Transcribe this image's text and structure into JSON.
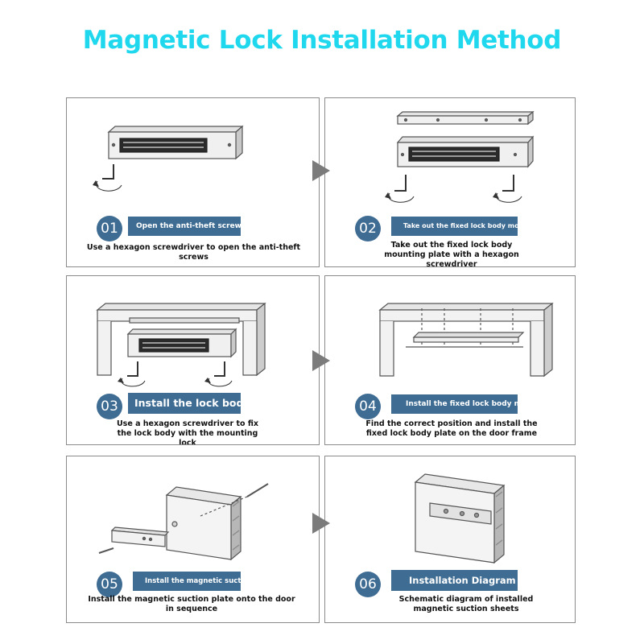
{
  "title": "Magnetic Lock Installation Method",
  "steps": [
    {
      "number": "01",
      "heading": "Open the anti-theft screws",
      "description": "Use a hexagon screwdriver to open the anti-theft screws"
    },
    {
      "number": "02",
      "heading": "Take out the fixed lock body mounting",
      "description": "Take out the fixed lock body mounting plate with a hexagon screwdriver"
    },
    {
      "number": "03",
      "heading": "Install the lock body",
      "description": "Use a hexagon screwdriver to fix the lock body with the mounting lock"
    },
    {
      "number": "04",
      "heading": "Install the fixed lock body mounting",
      "description": "Find the correct position and install the fixed lock body plate on the door frame"
    },
    {
      "number": "05",
      "heading": "Install the magnetic suction plate",
      "description": "Install the magnetic suction plate onto the door in sequence"
    },
    {
      "number": "06",
      "heading": "Installation Diagram",
      "description": "Schematic diagram of installed magnetic suction sheets"
    }
  ],
  "colors": {
    "title": "#1fd8ee",
    "label_bg": "#3f6c93",
    "arrow": "#7b7b7b",
    "border": "#8a8a8a"
  }
}
